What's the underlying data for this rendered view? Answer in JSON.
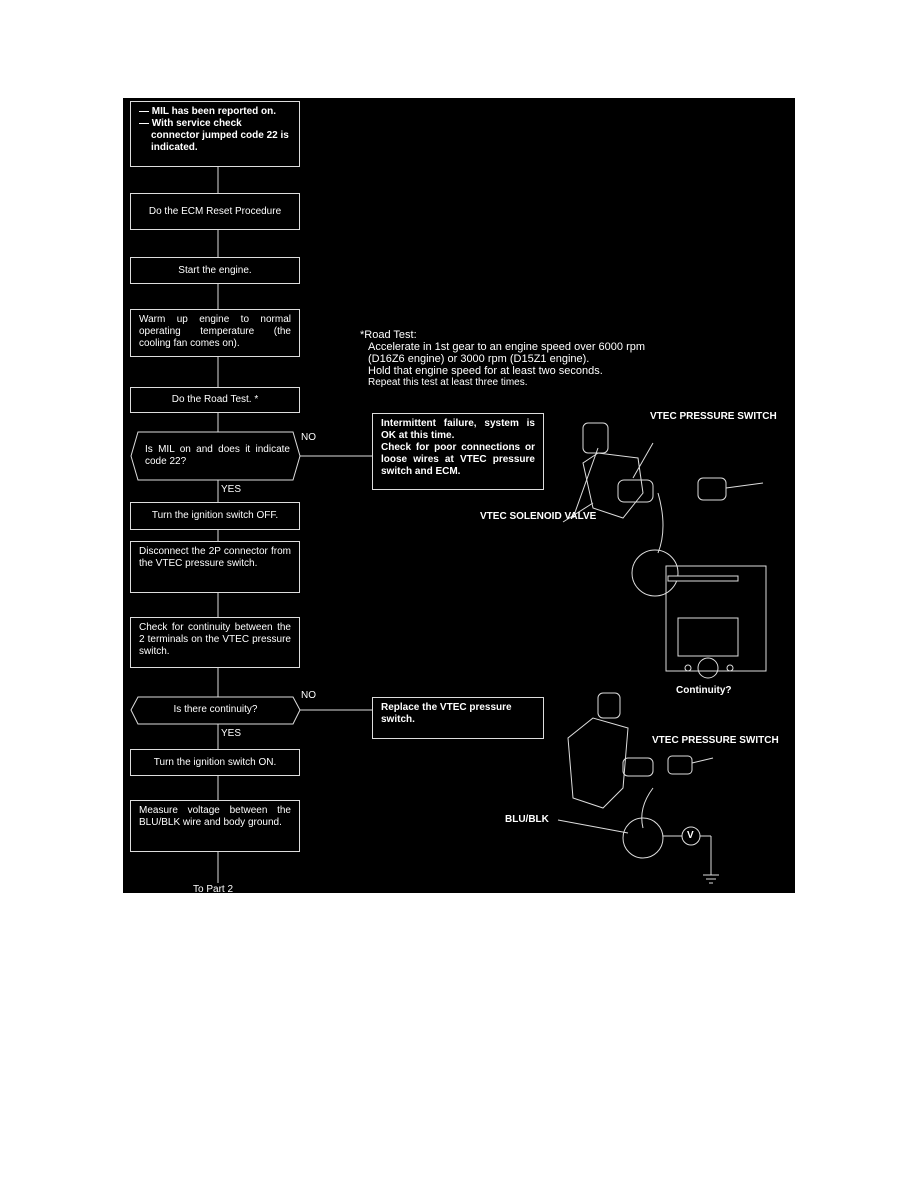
{
  "flow": {
    "start_lines": [
      "— MIL has been reported on.",
      "— With service check connector jumped code 22 is indicated."
    ],
    "step_ecm_reset": "Do the ECM Reset Procedure",
    "step_start": "Start the engine.",
    "step_warm": "Warm up engine to normal operating temperature (the cooling fan comes on).",
    "step_road_test": "Do the Road Test. *",
    "decision_mil": "Is MIL on and does it indicate code 22?",
    "step_ign_off": "Turn the ignition switch OFF.",
    "step_disconnect": "Disconnect the 2P connector from the VTEC pressure switch.",
    "step_continuity": "Check for continuity between the 2 terminals on the VTEC pressure switch.",
    "decision_continuity": "Is there continuity?",
    "step_ign_on": "Turn the ignition switch ON.",
    "step_measure": "Measure voltage between the BLU/BLK wire and body ground.",
    "to_part": "To Part 2",
    "no_label": "NO",
    "yes_label": "YES"
  },
  "road_test": {
    "title": "*Road Test:",
    "lines": [
      "Accelerate in 1st gear to an engine speed over 6000 rpm",
      "(D16Z6 engine) or 3000 rpm (D15Z1 engine).",
      "Hold that engine speed for at least two seconds.",
      "Repeat this test at least three times."
    ]
  },
  "intermittent": {
    "line1": "Intermittent failure, system is OK at this time.",
    "line2": "Check for poor connections or loose wires at VTEC pressure switch and ECM."
  },
  "replace": "Replace the VTEC pressure switch.",
  "labels": {
    "pressure_switch_1": "VTEC PRESSURE SWITCH",
    "solenoid_valve": "VTEC SOLENOID VALVE",
    "continuity": "Continuity?",
    "pressure_switch_2": "VTEC PRESSURE SWITCH",
    "blu_blk": "BLU/BLK",
    "voltmeter": "V"
  }
}
